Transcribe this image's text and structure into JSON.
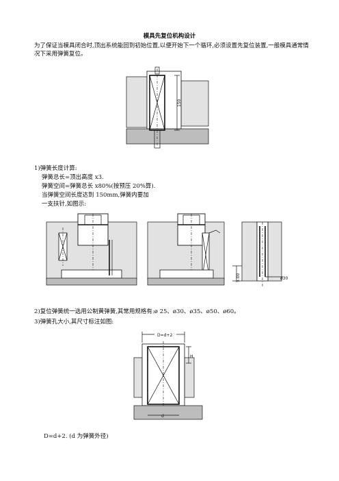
{
  "title": "模具先复位机构设计",
  "intro": "为了保证当模具闭合时,顶出系统能回到初始位置,以便开始下一个循环,必须设置先复位装置,一般模具通常情况下采用弹簧复位。",
  "section1": {
    "heading": "1)弹簧长度计算:",
    "lines": [
      "弹簧总长=顶出高度 x3.",
      "弹簧空间=弹簧总长 x80%(按预压 20%算).",
      "当弹簧空间长度达到 150mm,弹簧内要加",
      "一支扶针,如图示:"
    ]
  },
  "section2": "2)复位弹簧统一选用公制黄弹簧,其常用规格有:ø 25、ø30、ø35、ø50、ø60。",
  "section3": "3)弹簧孔大小,其尺寸标注如图:",
  "formula": "D=d+2. (d 为弹簧外径)",
  "figure1": {
    "dim_label": "150"
  },
  "figure3": {
    "dim_label_vertical": "5.00",
    "dim_label_dia": "ø30"
  },
  "figure4": {
    "dim_top": "D=d+2",
    "dim_h": "H",
    "dim_bottom": "d"
  }
}
